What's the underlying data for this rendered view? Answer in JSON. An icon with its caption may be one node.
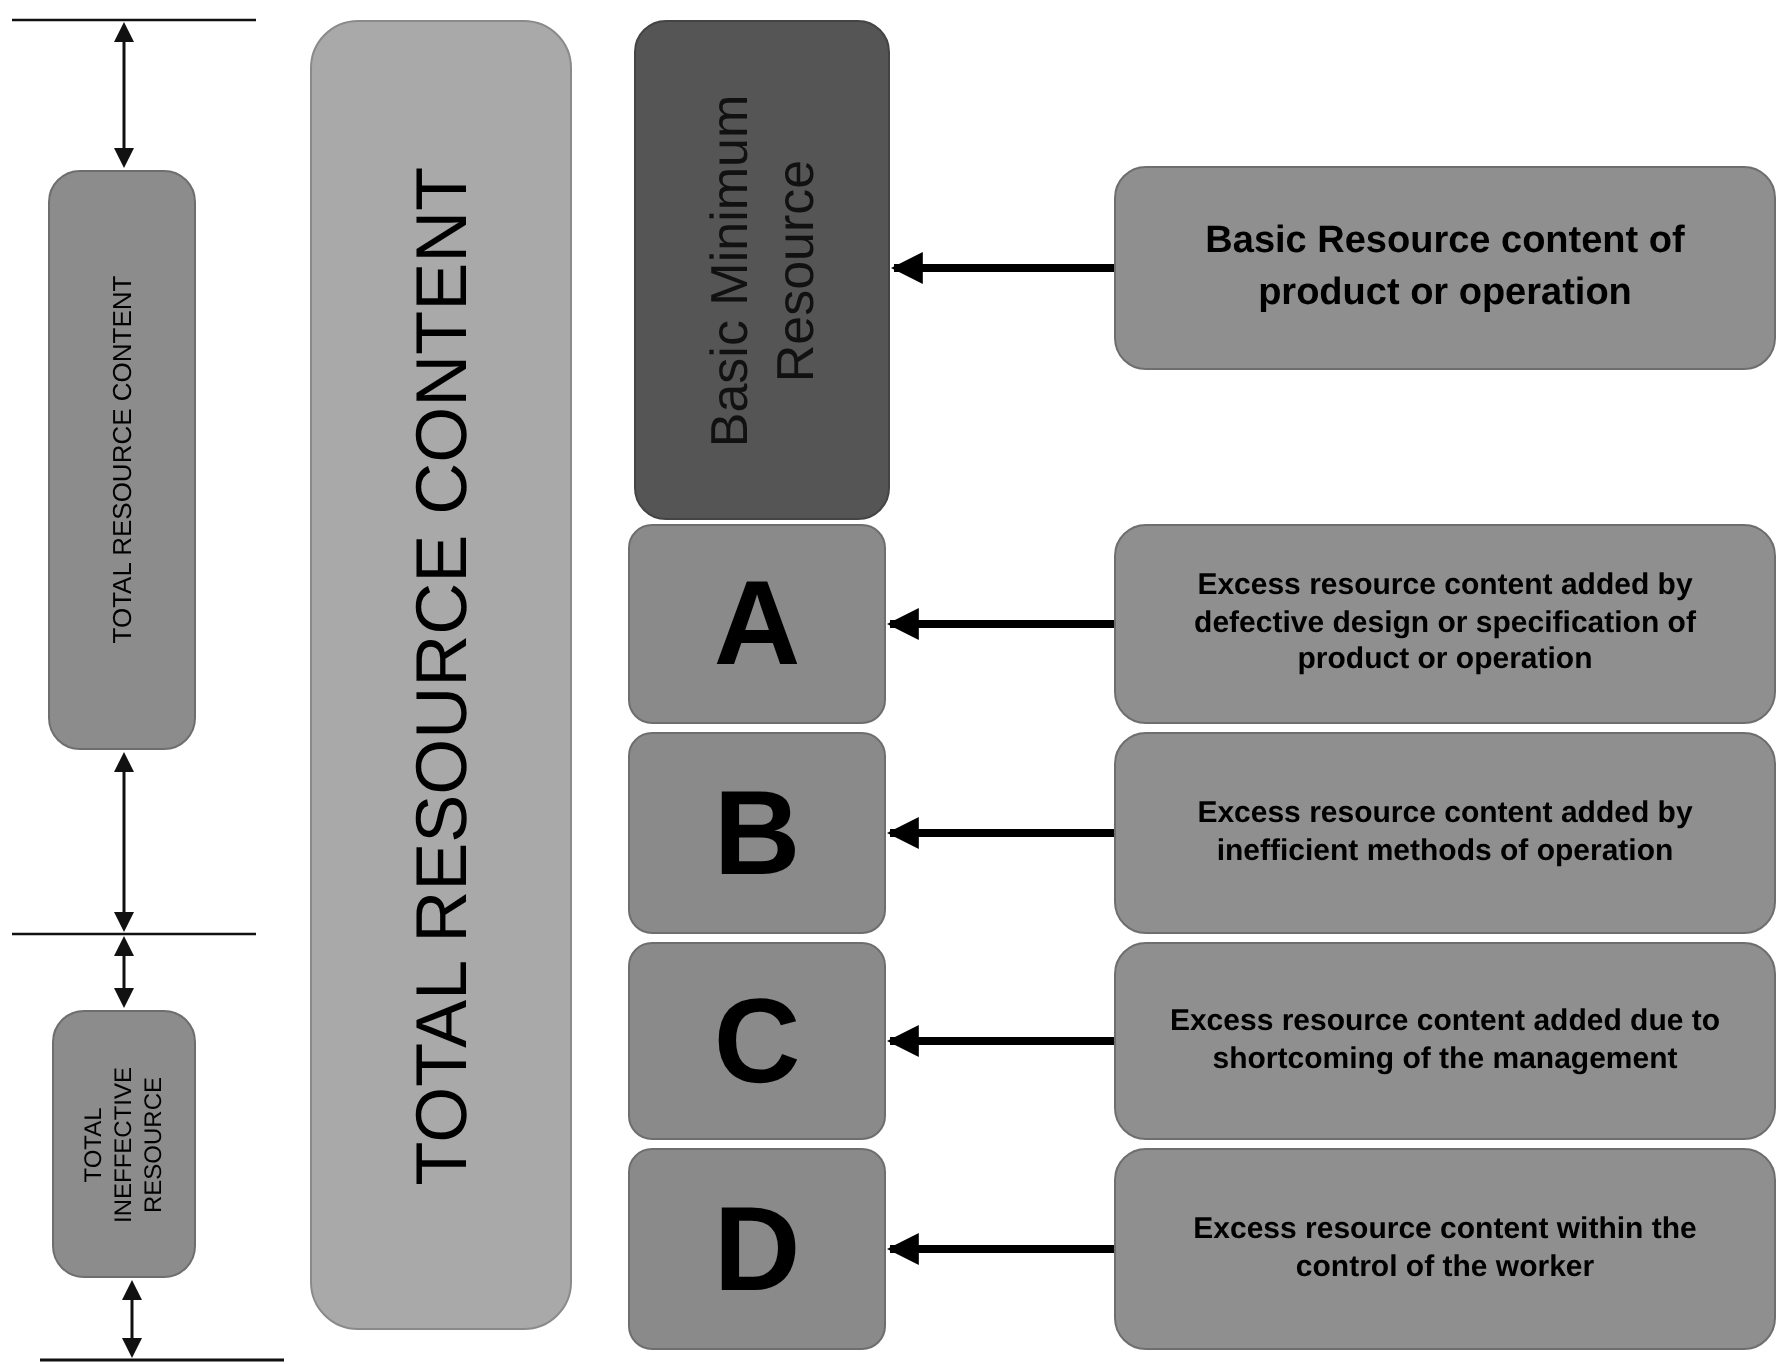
{
  "diagram": {
    "nodes": [
      {
        "text": [
          "TOTAL RESOURCE CONTENT"
        ]
      },
      {
        "text": [
          "TOTAL INEFFECTIVE RESOURCE"
        ]
      },
      {
        "text": [
          "TOTAL RESOURCE CONTENT"
        ]
      },
      {
        "text": [
          "Basic Minimum Resource"
        ]
      },
      {
        "text": [
          "A"
        ]
      },
      {
        "text": [
          "B"
        ]
      },
      {
        "text": [
          "C"
        ]
      },
      {
        "text": [
          "D"
        ]
      },
      {
        "text": [
          "Basic Resource content of product or operation"
        ]
      },
      {
        "text": [
          "Excess resource content added by defective design or specification of product or operation"
        ]
      },
      {
        "text": [
          "Excess resource content added by inefficient methods of operation"
        ]
      },
      {
        "text": [
          "Excess resource content added due to shortcoming of the management"
        ]
      },
      {
        "text": [
          "Excess resource content within the control of the worker"
        ]
      }
    ],
    "edges": [
      {
        "from": 8,
        "to": 3,
        "arrow": "to"
      },
      {
        "from": 9,
        "to": 4,
        "arrow": "to"
      },
      {
        "from": 10,
        "to": 5,
        "arrow": "to"
      },
      {
        "from": 11,
        "to": 6,
        "arrow": "to"
      },
      {
        "from": 12,
        "to": 7,
        "arrow": "to"
      }
    ]
  }
}
